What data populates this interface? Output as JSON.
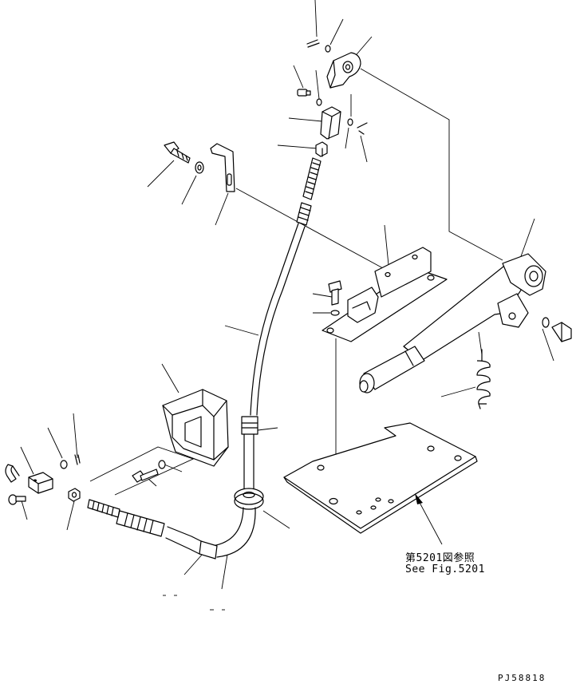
{
  "reference": {
    "japanese": "第5201図参照",
    "english": "See Fig.5201"
  },
  "drawing_id": "PJ58818"
}
